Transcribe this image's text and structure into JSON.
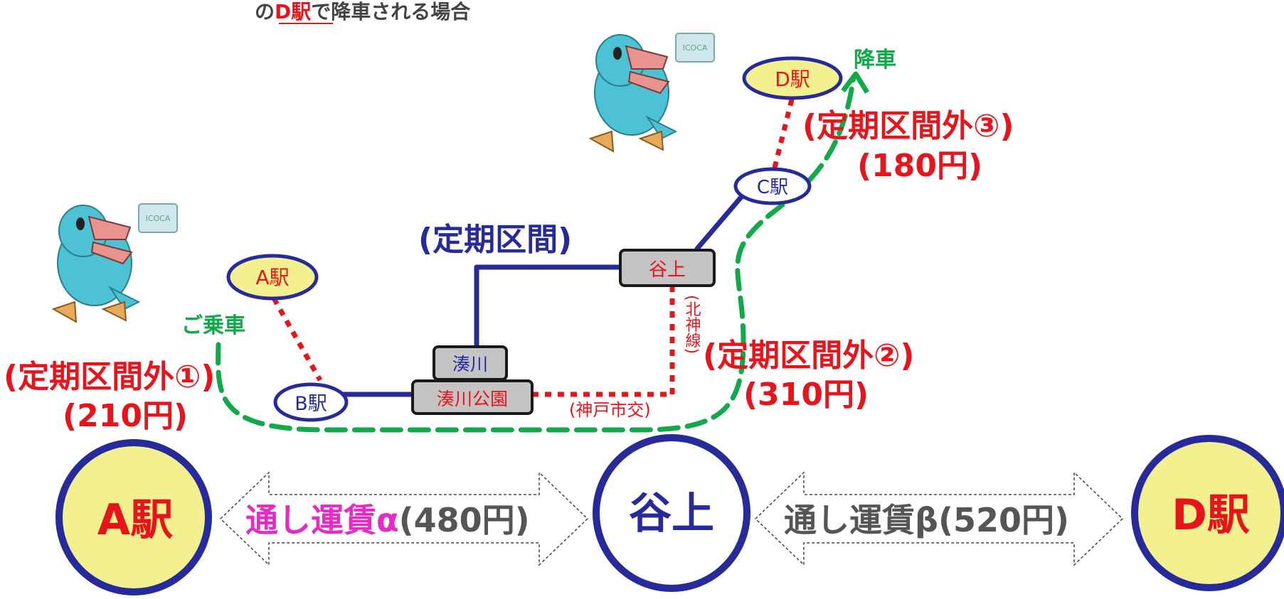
{
  "header": {
    "prefix": "の",
    "station": "D駅",
    "suffix": "で降車される場合"
  },
  "map": {
    "station_a": "A駅",
    "station_b": "B駅",
    "station_c": "C駅",
    "station_d": "D駅",
    "box_minatogawa": "湊川",
    "box_minatogawa_koen": "湊川公園",
    "box_tanigami": "谷上",
    "line_hokushin": "(北神線)",
    "line_kobe_shikou": "(神戸市交)",
    "label_teiki": "(定期区間)",
    "board": "ご乗車",
    "alight": "降車",
    "outside_1": "(定期区間外①)",
    "fare_1": "(210円)",
    "outside_2": "(定期区間外②)",
    "fare_2": "(310円)",
    "outside_3": "(定期区間外③)",
    "fare_3": "(180円)",
    "card_text": "ICOCA"
  },
  "bottom": {
    "circle_a": "A駅",
    "circle_mid": "谷上",
    "circle_d": "D駅",
    "fare_alpha_label": "通し運賃α",
    "fare_alpha_value": "(480円)",
    "fare_beta_label": "通し運賃β",
    "fare_beta_value": "(520円)"
  },
  "colors": {
    "navy": "#262a9a",
    "red": "#e8141b",
    "green": "#12a94a",
    "magenta": "#e52bc4",
    "yellow": "#f3f08f",
    "gray_box": "#c4c4c4",
    "mascot": "#4cc2d4"
  }
}
